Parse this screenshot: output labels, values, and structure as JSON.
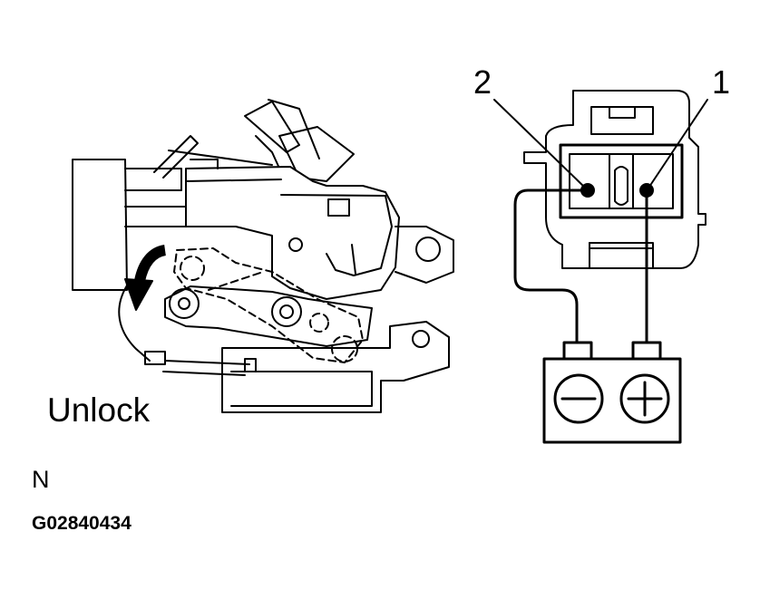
{
  "labels": {
    "action": "Unlock",
    "orientation": "N",
    "figure_code": "G02840434",
    "terminal_2": "2",
    "terminal_1": "1"
  },
  "battery": {
    "negative_symbol": "−",
    "positive_symbol": "+"
  },
  "icons": {
    "arrow": "curved-down-arrow-icon",
    "battery": "battery-icon",
    "connector": "connector-icon"
  },
  "colors": {
    "line": "#000000",
    "background": "#ffffff"
  }
}
